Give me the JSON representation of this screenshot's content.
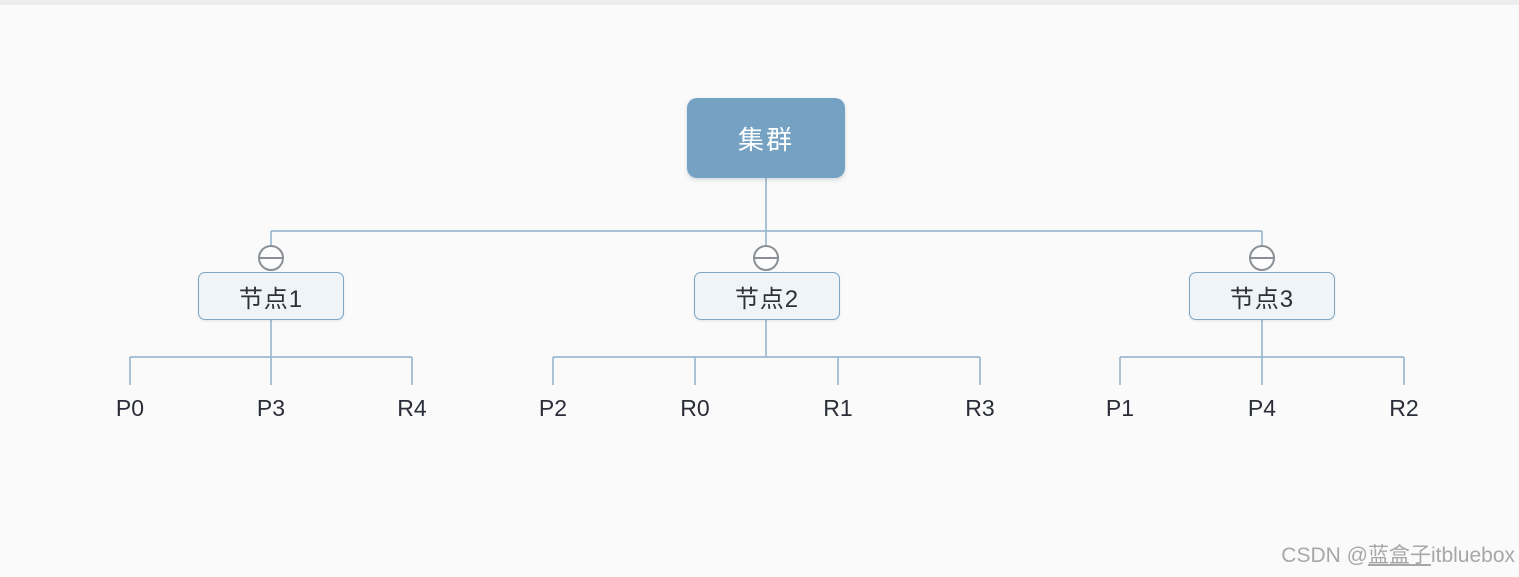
{
  "colors": {
    "background": "#fafafa",
    "root_fill": "#75a1c2",
    "branch_fill": "#eff4f9",
    "branch_border": "#7fa6c2",
    "connector_line": "#9db9d0",
    "collapse_icon": "#8b9096",
    "text_dark": "#2e3038",
    "watermark_gray": "#a7a7a7"
  },
  "diagram": {
    "root": {
      "label": "集群"
    },
    "branches": [
      {
        "label": "节点1",
        "children": [
          "P0",
          "P3",
          "R4"
        ]
      },
      {
        "label": "节点2",
        "children": [
          "P2",
          "R0",
          "R1",
          "R3"
        ]
      },
      {
        "label": "节点3",
        "children": [
          "P1",
          "P4",
          "R2"
        ]
      }
    ]
  },
  "icons": {
    "collapse": "minus-circle"
  },
  "watermark": {
    "prefix": "CSDN @",
    "link_text": "蓝盒子",
    "suffix": "itbluebox"
  }
}
